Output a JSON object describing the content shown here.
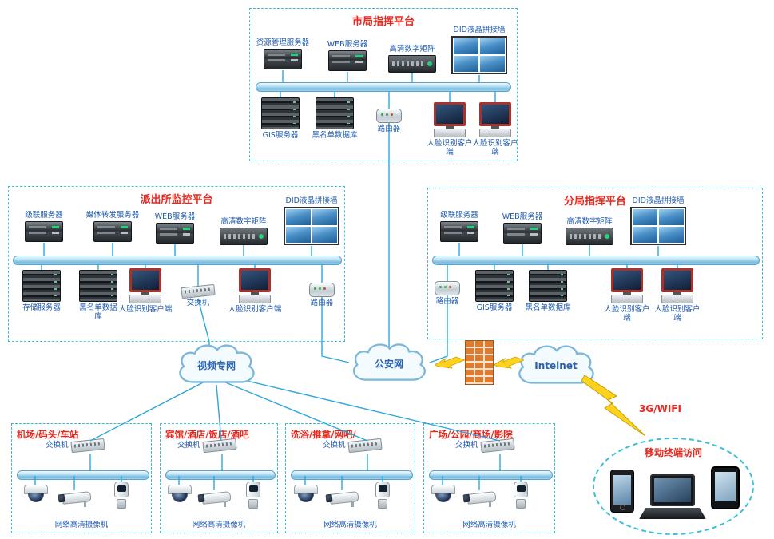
{
  "platforms": {
    "city": {
      "title": "市局指挥平台",
      "devices": {
        "resource_server": "资源管理服务器",
        "web_server": "WEB服务器",
        "hd_matrix": "高清数字矩阵",
        "video_wall": "DID液晶拼接墙",
        "gis_server": "GIS服务器",
        "blacklist_db": "黑名单数据库",
        "router": "路由器",
        "face_client": "人脸识别客户端",
        "face_client2": "人脸识别客户端"
      }
    },
    "station": {
      "title": "派出所监控平台",
      "devices": {
        "cascade_server": "级联服务器",
        "media_server": "媒体转发服务器",
        "web_server": "WEB服务器",
        "hd_matrix": "高清数字矩阵",
        "video_wall": "DID液晶拼接墙",
        "storage_server": "存储服务器",
        "blacklist_db": "黑名单数据库",
        "face_client": "人脸识别客户端",
        "switch": "交换机",
        "face_client2": "人脸识别客户端",
        "router": "路由器"
      }
    },
    "branch": {
      "title": "分局指挥平台",
      "devices": {
        "cascade_server": "级联服务器",
        "web_server": "WEB服务器",
        "hd_matrix": "高清数字矩阵",
        "video_wall": "DID液晶拼接墙",
        "router": "路由器",
        "gis_server": "GIS服务器",
        "blacklist_db": "黑名单数据库",
        "face_client": "人脸识别客户端",
        "face_client2": "人脸识别客户端"
      }
    }
  },
  "networks": {
    "video_net": "视频专网",
    "police_net": "公安网",
    "internet": "Intelnet",
    "wireless": "3G/WIFI"
  },
  "sites": [
    {
      "title": "机场/码头/车站",
      "switch": "交换机",
      "camera": "网络高清摄像机"
    },
    {
      "title": "宾馆/酒店/饭店/酒吧",
      "switch": "交换机",
      "camera": "网络高清摄像机"
    },
    {
      "title": "洗浴/推拿/网吧/",
      "switch": "交换机",
      "camera": "网络高清摄像机"
    },
    {
      "title": "广场/公园/商场/影院",
      "switch": "交换机",
      "camera": "网络高清摄像机"
    }
  ],
  "mobile": {
    "title": "移动终端访问"
  },
  "icons": {
    "server-icon": "rack-server css shape",
    "storage-icon": "storage-array css shape",
    "matrix-icon": "hd digital matrix css shape",
    "video-wall-icon": "2x2 lcd wall css shape",
    "monitor-icon": "workstation monitor css shape",
    "router-icon": "router css shape",
    "switch-icon": "switch css shape",
    "cloud-icon": "network cloud svg path",
    "firewall-icon": "brick wall css shape",
    "lightning-icon": "bolt svg polygon",
    "dome-camera-icon": "dome camera css shape",
    "bullet-camera-icon": "bullet camera css shape",
    "ptz-camera-icon": "ptz camera css shape",
    "phone-icon": "smartphone css shape",
    "laptop-icon": "laptop css shape",
    "tablet-icon": "tablet css shape"
  },
  "colors": {
    "title_red": "#e8281e",
    "label_blue": "#1c58ad",
    "line_blue": "#2ca6dd",
    "box_border_cyan": "#3bc0d8",
    "firewall_orange": "#e07b2e"
  }
}
